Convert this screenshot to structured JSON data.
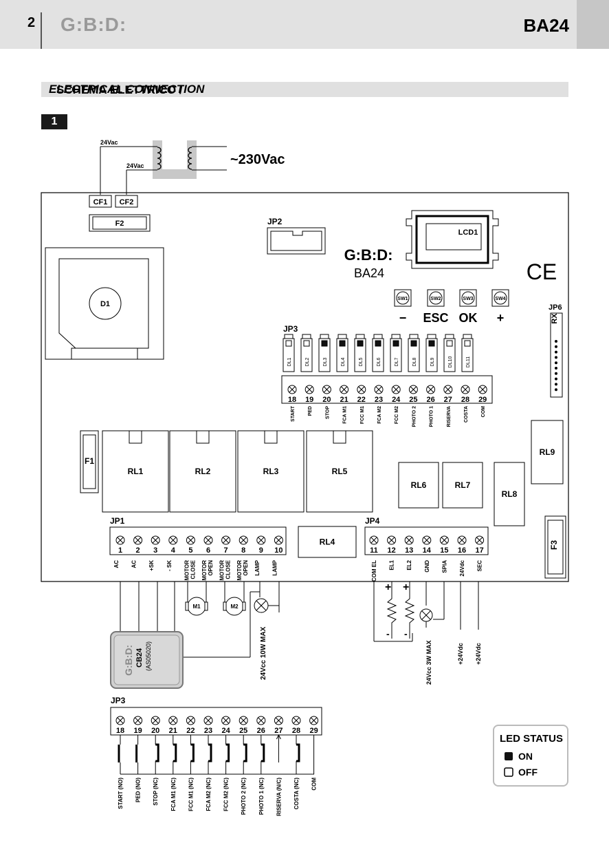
{
  "header": {
    "page_number": "2",
    "logo": "G:B:D:",
    "model": "BA24"
  },
  "section": {
    "title": "SCHEMA ELETTRICO / ",
    "title_en": "ELECTRICAL CONNECTION"
  },
  "figure": {
    "number": "1"
  },
  "transformer": {
    "secondary1": "24Vac",
    "secondary2": "24Vac",
    "primary": "~230Vac"
  },
  "board": {
    "cf1": "CF1",
    "cf2": "CF2",
    "f2": "F2",
    "f1": "F1",
    "f3": "F3",
    "d1": "D1",
    "jp2": "JP2",
    "lcd": "LCD1",
    "logo": "G:B:D:",
    "model": "BA24",
    "ce": "CE",
    "jp6": "JP6",
    "rx": "RX",
    "jp3": "JP3",
    "jp1": "JP1",
    "jp4": "JP4",
    "relays": [
      "RL1",
      "RL2",
      "RL3",
      "RL4",
      "RL5",
      "RL6",
      "RL7",
      "RL8",
      "RL9"
    ]
  },
  "switches": [
    {
      "id": "SW1",
      "symbol": "−"
    },
    {
      "id": "SW2",
      "symbol": "ESC"
    },
    {
      "id": "SW3",
      "symbol": "OK"
    },
    {
      "id": "SW4",
      "symbol": "+"
    }
  ],
  "leds": [
    {
      "id": "DL1",
      "on": false
    },
    {
      "id": "DL2",
      "on": false
    },
    {
      "id": "DL3",
      "on": true
    },
    {
      "id": "DL4",
      "on": true
    },
    {
      "id": "DL5",
      "on": true
    },
    {
      "id": "DL6",
      "on": true
    },
    {
      "id": "DL7",
      "on": true
    },
    {
      "id": "DL8",
      "on": true
    },
    {
      "id": "DL9",
      "on": true
    },
    {
      "id": "DL10",
      "on": false
    },
    {
      "id": "DL11",
      "on": false
    }
  ],
  "jp3_terminals": [
    {
      "num": "18",
      "label": "START",
      "ext": "START (NO)"
    },
    {
      "num": "19",
      "label": "PED",
      "ext": "PED (NO)"
    },
    {
      "num": "20",
      "label": "STOP",
      "ext": "STOP (NC)"
    },
    {
      "num": "21",
      "label": "FCA M1",
      "ext": "FCA M1 (NC)"
    },
    {
      "num": "22",
      "label": "FCC M1",
      "ext": "FCC M1 (NC)"
    },
    {
      "num": "23",
      "label": "FCA M2",
      "ext": "FCA M2 (NC)"
    },
    {
      "num": "24",
      "label": "FCC M2",
      "ext": "FCC M2 (NC)"
    },
    {
      "num": "25",
      "label": "PHOTO 2",
      "ext": "PHOTO 2 (NC)"
    },
    {
      "num": "26",
      "label": "PHOTO 1",
      "ext": "PHOTO 1 (NC)"
    },
    {
      "num": "27",
      "label": "RISERVA",
      "ext": "RISERVA (N/C)"
    },
    {
      "num": "28",
      "label": "COSTA",
      "ext": "COSTA (NC)"
    },
    {
      "num": "29",
      "label": "COM",
      "ext": "COM"
    }
  ],
  "jp1_terminals": [
    {
      "num": "1",
      "label": [
        "AC"
      ]
    },
    {
      "num": "2",
      "label": [
        "AC"
      ]
    },
    {
      "num": "3",
      "label": [
        "+SK"
      ]
    },
    {
      "num": "4",
      "label": [
        "- SK"
      ]
    },
    {
      "num": "5",
      "label": [
        "MOTOR",
        "CLOSE"
      ]
    },
    {
      "num": "6",
      "label": [
        "MOTOR",
        "OPEN"
      ]
    },
    {
      "num": "7",
      "label": [
        "MOTOR",
        "CLOSE"
      ]
    },
    {
      "num": "8",
      "label": [
        "MOTOR",
        "OPEN"
      ]
    },
    {
      "num": "9",
      "label": [
        "LAMP"
      ]
    },
    {
      "num": "10",
      "label": [
        "LAMP"
      ]
    }
  ],
  "jp4_terminals": [
    {
      "num": "11",
      "label": "COM EL"
    },
    {
      "num": "12",
      "label": "EL1"
    },
    {
      "num": "13",
      "label": "EL2"
    },
    {
      "num": "14",
      "label": "GND"
    },
    {
      "num": "15",
      "label": "SPIA"
    },
    {
      "num": "16",
      "label": "24Vdc"
    },
    {
      "num": "17",
      "label": "SEC"
    }
  ],
  "external": {
    "m1": "M1",
    "m2": "M2",
    "cb_logo": "G:B:D:",
    "cb_model": "CB24",
    "cb_code": "(AS05020)",
    "lamp_rating": "24Vcc 10W MAX",
    "spia_rating": "24Vcc 3W MAX",
    "vdc1": "+24Vdc",
    "vdc2": "+24Vdc",
    "jp3_title": "JP3"
  },
  "led_status": {
    "title": "LED STATUS",
    "on": "ON",
    "off": "OFF"
  }
}
